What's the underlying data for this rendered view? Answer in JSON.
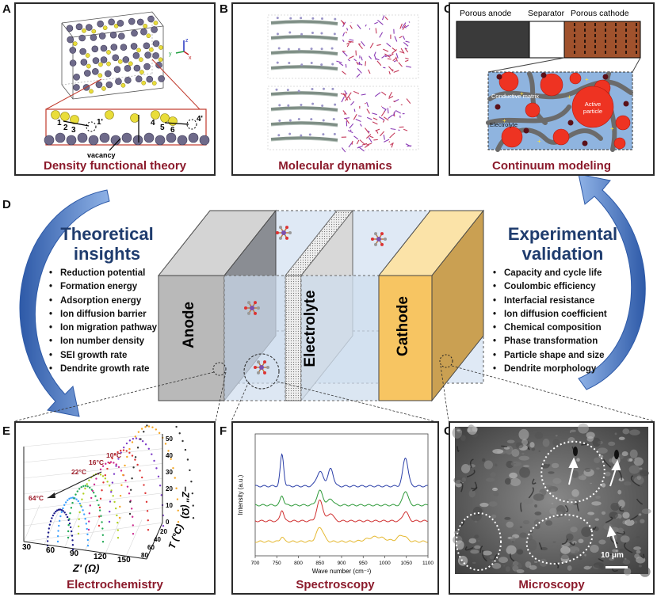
{
  "panels": {
    "A": {
      "label": "A",
      "caption": "Density functional theory",
      "atom_labels": [
        "1",
        "2",
        "3",
        "1'",
        "4",
        "5",
        "6",
        "4'"
      ],
      "vacancy": "vacancy",
      "axes": {
        "z": "z",
        "y": "y",
        "x": "x"
      }
    },
    "B": {
      "label": "B",
      "caption": "Molecular dynamics"
    },
    "C": {
      "label": "C",
      "caption": "Continuum modeling",
      "porous_anode": "Porous anode",
      "separator": "Separator",
      "porous_cathode": "Porous cathode",
      "conductive_matrix": "Conductive matrix",
      "active_particle": "Active particle",
      "electrolyte": "Electrolyte"
    },
    "D": {
      "label": "D",
      "theoretical": {
        "title": "Theoretical insights",
        "items": [
          "Reduction potential",
          "Formation energy",
          "Adsorption energy",
          "Ion diffusion barrier",
          "Ion migration pathway",
          "Ion number density",
          "SEI growth rate",
          "Dendrite growth rate"
        ]
      },
      "experimental": {
        "title": "Experimental validation",
        "items": [
          "Capacity and cycle life",
          "Coulombic efficiency",
          "Interfacial resistance",
          "Ion diffusion coefficient",
          "Chemical composition",
          "Phase transformation",
          "Particle shape and size",
          "Dendrite morphology"
        ]
      },
      "anode": "Anode",
      "electrolyte": "Electrolyte",
      "cathode": "Cathode"
    },
    "E": {
      "label": "E",
      "caption": "Electrochemistry",
      "temperatures": [
        "10°C",
        "16°C",
        "22°C",
        "64°C"
      ],
      "x_label": "Z' (Ω)",
      "y_label": "−Z'' (Ω)",
      "t_label": "T (°C)",
      "x_ticks": [
        "30",
        "60",
        "90",
        "120",
        "150"
      ],
      "t_ticks": [
        "80",
        "60",
        "40",
        "20"
      ],
      "z_ticks": [
        "0",
        "10",
        "20",
        "30",
        "40",
        "50"
      ],
      "colors": [
        "#1a1a8a",
        "#3aa0ff",
        "#22aa55",
        "#b0d020",
        "#cc2b8f",
        "#d33",
        "#7d3cc8",
        "#f5a623",
        "#333"
      ]
    },
    "F": {
      "label": "F",
      "caption": "Spectroscopy"
    },
    "G": {
      "label": "G",
      "caption": "Microscopy",
      "scale": "10 μm"
    }
  },
  "chart_data": {
    "type": "line",
    "title": "",
    "xlabel": "Wave number (cm⁻¹)",
    "ylabel": "Intensity (a.u.)",
    "xlim": [
      700,
      1100
    ],
    "x_ticks": [
      "700",
      "750",
      "800",
      "850",
      "900",
      "950",
      "1000",
      "1050",
      "1100"
    ],
    "series": [
      {
        "color": "#2b3fa8",
        "offset": 4.0,
        "peaks": [
          [
            762,
            2.0,
            4
          ],
          [
            850,
            0.9,
            8
          ],
          [
            875,
            1.1,
            6
          ],
          [
            1048,
            1.8,
            6
          ]
        ]
      },
      {
        "color": "#2f9a3a",
        "offset": 2.8,
        "peaks": [
          [
            762,
            0.6,
            4
          ],
          [
            850,
            0.9,
            7
          ],
          [
            875,
            0.4,
            6
          ],
          [
            1048,
            0.9,
            6
          ]
        ]
      },
      {
        "color": "#d03030",
        "offset": 1.8,
        "peaks": [
          [
            762,
            0.7,
            4
          ],
          [
            850,
            1.3,
            7
          ],
          [
            875,
            0.5,
            6
          ],
          [
            1048,
            0.6,
            6
          ]
        ]
      },
      {
        "color": "#e5b830",
        "offset": 0.5,
        "peaks": [
          [
            762,
            0.3,
            4
          ],
          [
            850,
            0.9,
            8
          ],
          [
            980,
            0.3,
            20
          ],
          [
            1040,
            0.4,
            10
          ]
        ]
      }
    ]
  }
}
